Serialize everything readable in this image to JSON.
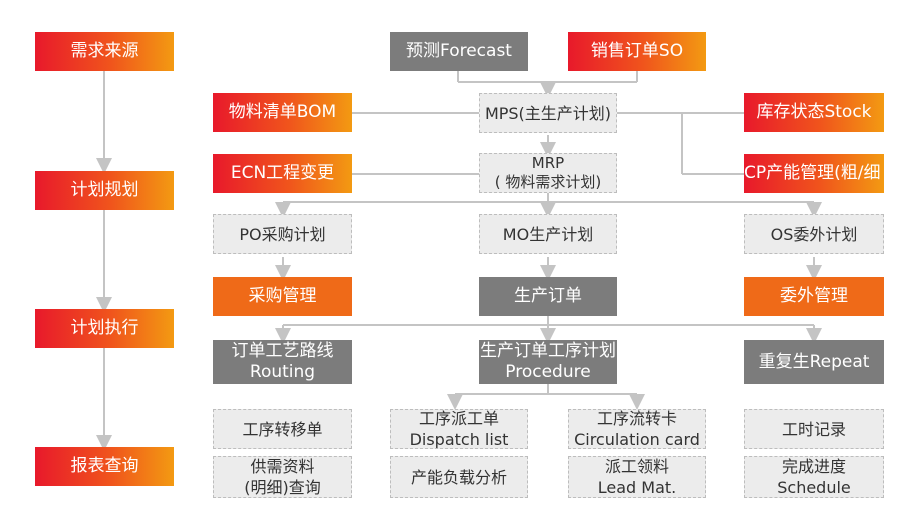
{
  "colors": {
    "accent_red": "#e8192b",
    "accent_orange": "#ef6a18",
    "node_gray": "#7c7c7c",
    "node_light": "#ececec",
    "line": "#c4c4c4"
  },
  "stages": {
    "demand": "需求来源",
    "planning": "计划规划",
    "execution": "计划执行",
    "reports": "报表查询"
  },
  "top": {
    "forecast": "预测Forecast",
    "sales_order": "销售订单SO"
  },
  "planning": {
    "bom": "物料清单BOM",
    "ecn": "ECN工程变更",
    "mps": "MPS(主生产计划)",
    "mrp": "MRP\n( 物料需求计划)",
    "stock": "库存状态Stock",
    "capacity": "CP产能管理(粗/细"
  },
  "plans": {
    "po": "PO采购计划",
    "mo": "MO生产计划",
    "os": "OS委外计划"
  },
  "execution": {
    "purchase_mgmt": "采购管理",
    "production_order": "生产订单",
    "outsource_mgmt": "委外管理",
    "routing": "订单工艺路线\nRouting",
    "procedure": "生产订单工序计划\nProcedure",
    "repeat": "重复生Repeat"
  },
  "reports": {
    "transfer": "工序转移单",
    "supply_demand": "供需资料\n(明细)查询",
    "dispatch": "工序派工单\nDispatch list",
    "capacity_load": "产能负载分析",
    "circulation": "工序流转卡\nCirculation card",
    "lead_mat": "派工领料\nLead Mat.",
    "work_time": "工时记录",
    "schedule": "完成进度\nSchedule"
  }
}
